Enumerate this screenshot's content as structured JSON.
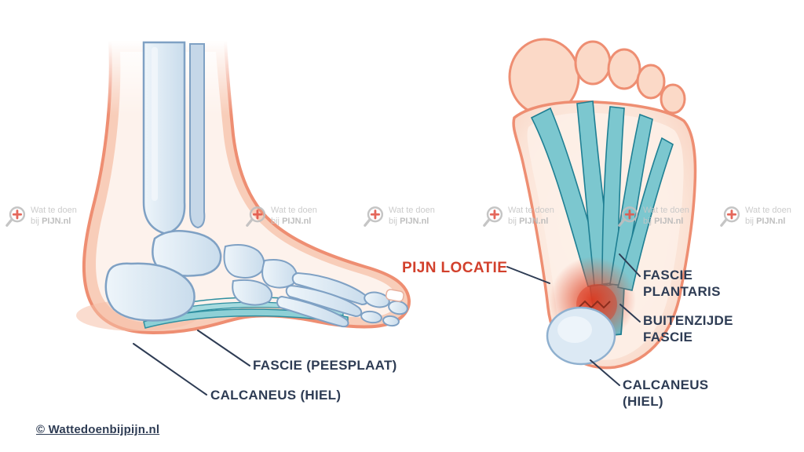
{
  "labels": {
    "fascia_peesplaat": "FASCIE (PEESPLAAT)",
    "calcaneus_left": "CALCANEUS (HIEL)",
    "pijn_locatie": "PIJN LOCATIE",
    "fascia_plantaris": "FASCIE\nPLANTARIS",
    "buitenzijde_fascie": "BUITENZIJDE\nFASCIE",
    "calcaneus_right": "CALCANEUS\n(HIEL)"
  },
  "watermark": {
    "line1": "Wat te doen",
    "line2_prefix": "bij ",
    "line2_bold": "PIJN.nl"
  },
  "footer": {
    "copyright": "© Wattedoenbijpijn.nl"
  },
  "colors": {
    "label_text": "#2e3c54",
    "pain_label": "#d2402c",
    "skin_outline": "#ee8e72",
    "skin_fill": "#fbe3d6",
    "bone_fill": "#d9e6f2",
    "bone_outline": "#7fa1c4",
    "fascia_fill": "#7cc7cf",
    "fascia_outline": "#1f7f93",
    "pain_red": "#dd3b20",
    "watermark_gray": "#c6c6c6"
  }
}
